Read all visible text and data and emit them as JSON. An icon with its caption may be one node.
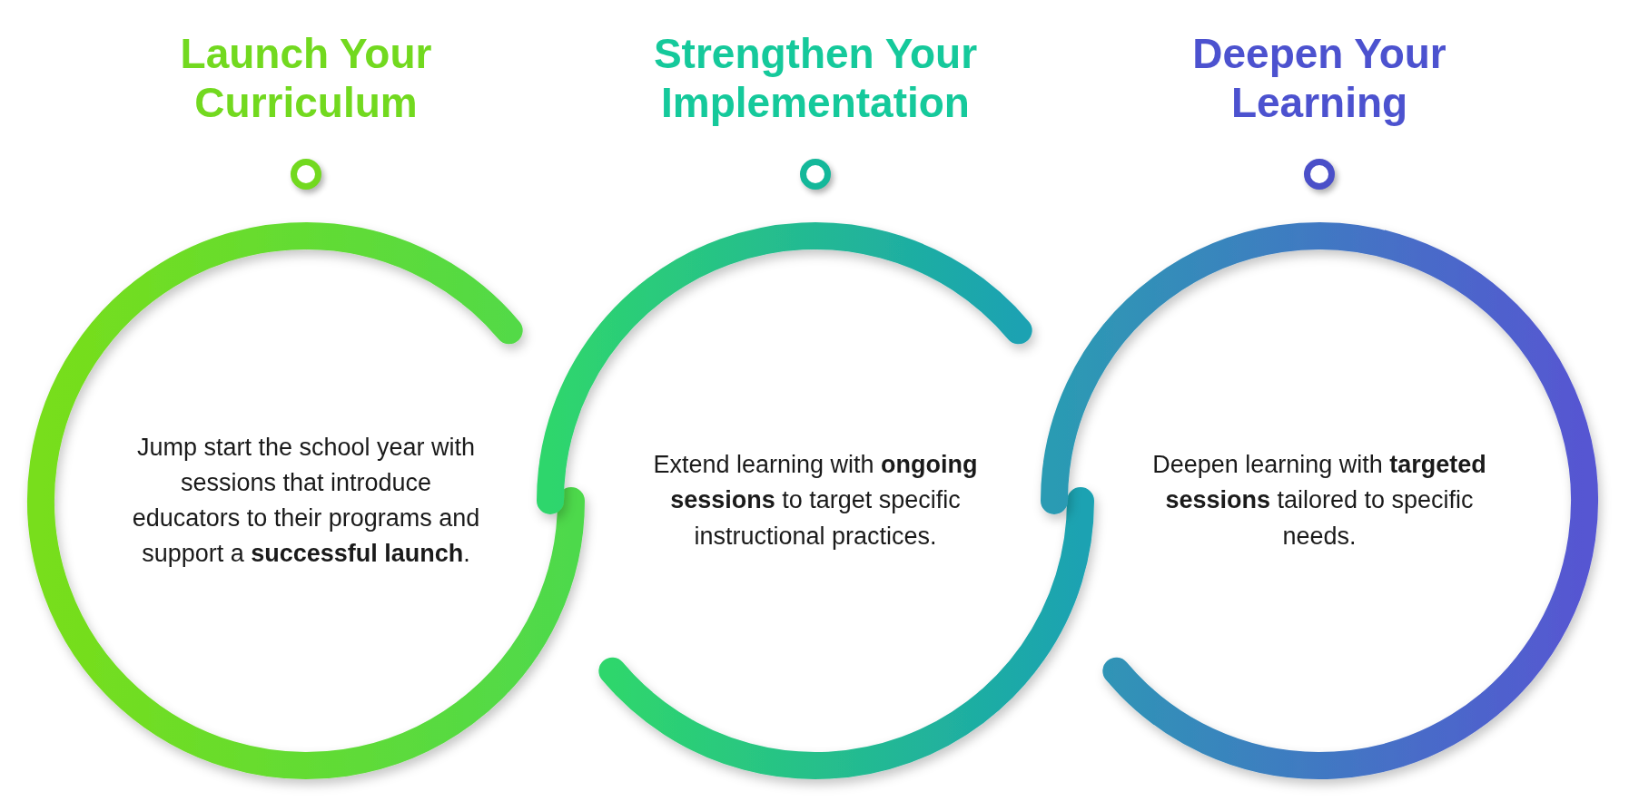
{
  "diagram": {
    "nodes": [
      {
        "text": [
          "Launch Your Curriculum",
          "Jump start the school year with sessions that introduce educators to their programs and support a **successful launch**."
        ]
      },
      {
        "text": [
          "Strengthen Your Implementation",
          "Extend learning with **ongoing sessions** to target specific instructional practices."
        ]
      },
      {
        "text": [
          "Deepen Your Learning",
          "Deepen learning with **targeted sessions** tailored to specific needs."
        ]
      }
    ]
  }
}
